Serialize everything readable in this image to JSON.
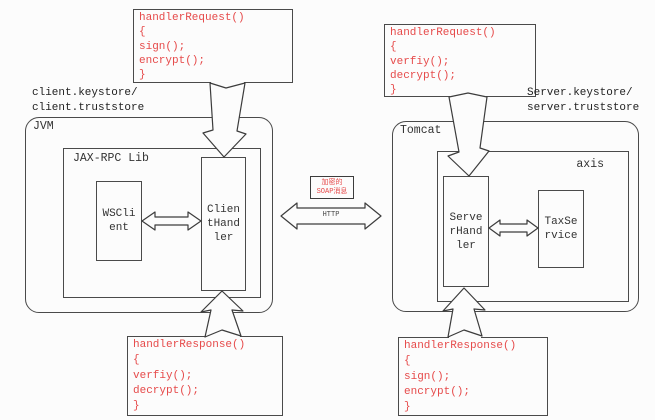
{
  "colors": {
    "code_text": "#e64a4a",
    "soap_text": "#e64a4a",
    "border": "#4a4a4a",
    "background": "#fcfcfc"
  },
  "left": {
    "request_box": {
      "lines": [
        "handlerRequest()",
        "{",
        "sign();",
        "encrypt();",
        "}"
      ]
    },
    "response_box": {
      "lines": [
        "handlerResponse()",
        "{",
        "verfiy();",
        "decrypt();",
        "}"
      ]
    },
    "keystore_label": {
      "line1": "client.keystore/",
      "line2": "client.truststore"
    },
    "jvm_label": "JVM",
    "jaxrpc_label": "JAX-RPC Lib",
    "wsclient_label": "WSClient",
    "clienthandler_label": "ClientHandler"
  },
  "right": {
    "request_box": {
      "lines": [
        "handlerRequest()",
        "{",
        "verfiy();",
        "decrypt();",
        "}"
      ]
    },
    "response_box": {
      "lines": [
        "handlerResponse()",
        "{",
        "sign();",
        "encrypt();",
        "}"
      ]
    },
    "keystore_label": {
      "line1": "Server.keystore/",
      "line2": "server.truststore"
    },
    "tomcat_label": "Tomcat",
    "axis_label": "axis",
    "serverhandler_label": "ServerHandler",
    "taxservice_label": "TaxService"
  },
  "middle": {
    "soap_box": {
      "line1": "加密的",
      "line2": "SOAP消息"
    },
    "http_label": "HTTP"
  }
}
